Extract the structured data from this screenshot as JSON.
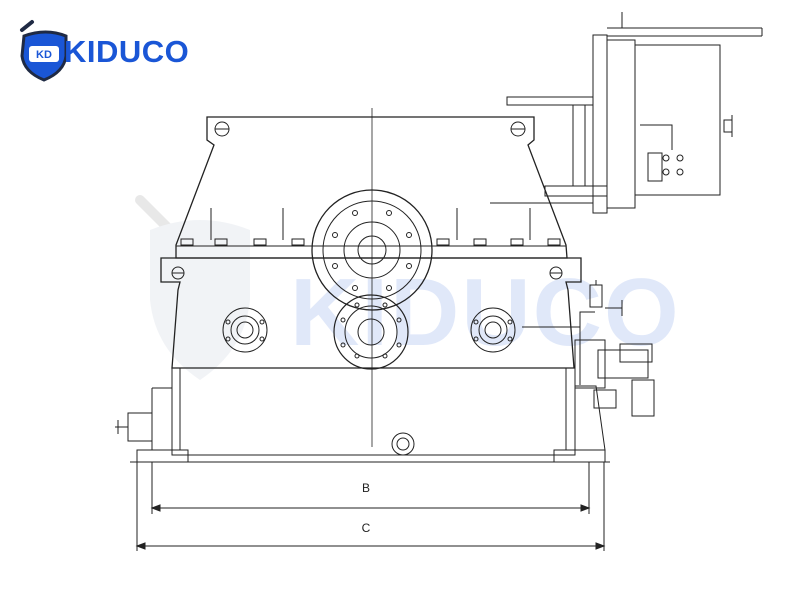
{
  "brand": {
    "name": "KIDUCO",
    "badge": "KD",
    "color": "#1a56d6"
  },
  "watermark": {
    "text": "KIDUCO"
  },
  "dimensions": {
    "b_label": "B",
    "c_label": "C"
  }
}
